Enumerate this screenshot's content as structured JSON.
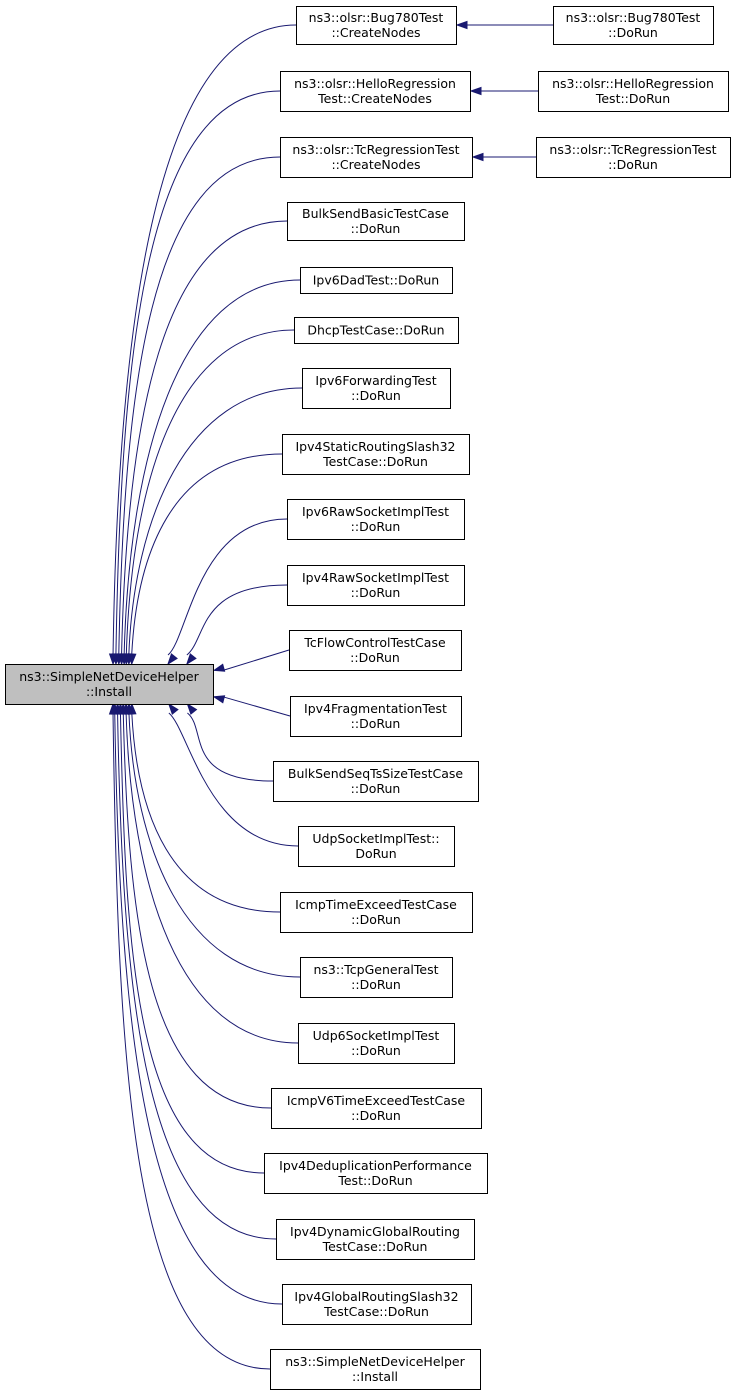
{
  "focus_node": {
    "id": "simple_install",
    "lines": [
      "ns3::SimpleNetDeviceHelper",
      "::Install"
    ]
  },
  "caller_nodes": [
    {
      "id": "bug780_create",
      "lines": [
        "ns3::olsr::Bug780Test",
        "::CreateNodes"
      ]
    },
    {
      "id": "hello_create",
      "lines": [
        "ns3::olsr::HelloRegression",
        "Test::CreateNodes"
      ]
    },
    {
      "id": "tc_create",
      "lines": [
        "ns3::olsr::TcRegressionTest",
        "::CreateNodes"
      ]
    },
    {
      "id": "bulksend_basic",
      "lines": [
        "BulkSendBasicTestCase",
        "::DoRun"
      ]
    },
    {
      "id": "ipv6dad",
      "lines": [
        "Ipv6DadTest::DoRun"
      ]
    },
    {
      "id": "dhcp",
      "lines": [
        "DhcpTestCase::DoRun"
      ]
    },
    {
      "id": "ipv6fwd",
      "lines": [
        "Ipv6ForwardingTest",
        "::DoRun"
      ]
    },
    {
      "id": "ipv4static",
      "lines": [
        "Ipv4StaticRoutingSlash32",
        "TestCase::DoRun"
      ]
    },
    {
      "id": "ipv6raw",
      "lines": [
        "Ipv6RawSocketImplTest",
        "::DoRun"
      ]
    },
    {
      "id": "ipv4raw",
      "lines": [
        "Ipv4RawSocketImplTest",
        "::DoRun"
      ]
    },
    {
      "id": "tcflow",
      "lines": [
        "TcFlowControlTestCase",
        "::DoRun"
      ]
    },
    {
      "id": "ipv4frag",
      "lines": [
        "Ipv4FragmentationTest",
        "::DoRun"
      ]
    },
    {
      "id": "bulksend_seq",
      "lines": [
        "BulkSendSeqTsSizeTestCase",
        "::DoRun"
      ]
    },
    {
      "id": "udpsock",
      "lines": [
        "UdpSocketImplTest::",
        "DoRun"
      ]
    },
    {
      "id": "icmptime",
      "lines": [
        "IcmpTimeExceedTestCase",
        "::DoRun"
      ]
    },
    {
      "id": "tcpgeneral",
      "lines": [
        "ns3::TcpGeneralTest",
        "::DoRun"
      ]
    },
    {
      "id": "udp6sock",
      "lines": [
        "Udp6SocketImplTest",
        "::DoRun"
      ]
    },
    {
      "id": "icmpv6time",
      "lines": [
        "IcmpV6TimeExceedTestCase",
        "::DoRun"
      ]
    },
    {
      "id": "ipv4dedup",
      "lines": [
        "Ipv4DeduplicationPerformance",
        "Test::DoRun"
      ]
    },
    {
      "id": "ipv4dyn",
      "lines": [
        "Ipv4DynamicGlobalRouting",
        "TestCase::DoRun"
      ]
    },
    {
      "id": "ipv4glob",
      "lines": [
        "Ipv4GlobalRoutingSlash32",
        "TestCase::DoRun"
      ]
    },
    {
      "id": "simple_install2",
      "lines": [
        "ns3::SimpleNetDeviceHelper",
        "::Install"
      ]
    }
  ],
  "secondary_nodes": [
    {
      "id": "bug780_run",
      "lines": [
        "ns3::olsr::Bug780Test",
        "::DoRun"
      ]
    },
    {
      "id": "hello_run",
      "lines": [
        "ns3::olsr::HelloRegression",
        "Test::DoRun"
      ]
    },
    {
      "id": "tc_run",
      "lines": [
        "ns3::olsr::TcRegressionTest",
        "::DoRun"
      ]
    }
  ],
  "edges": [
    {
      "from": "bug780_run",
      "to": "bug780_create"
    },
    {
      "from": "hello_run",
      "to": "hello_create"
    },
    {
      "from": "tc_run",
      "to": "tc_create"
    },
    {
      "from": "bug780_create",
      "to": "simple_install"
    },
    {
      "from": "hello_create",
      "to": "simple_install"
    },
    {
      "from": "tc_create",
      "to": "simple_install"
    },
    {
      "from": "bulksend_basic",
      "to": "simple_install"
    },
    {
      "from": "ipv6dad",
      "to": "simple_install"
    },
    {
      "from": "dhcp",
      "to": "simple_install"
    },
    {
      "from": "ipv6fwd",
      "to": "simple_install"
    },
    {
      "from": "ipv4static",
      "to": "simple_install"
    },
    {
      "from": "ipv6raw",
      "to": "simple_install"
    },
    {
      "from": "ipv4raw",
      "to": "simple_install"
    },
    {
      "from": "tcflow",
      "to": "simple_install"
    },
    {
      "from": "ipv4frag",
      "to": "simple_install"
    },
    {
      "from": "bulksend_seq",
      "to": "simple_install"
    },
    {
      "from": "udpsock",
      "to": "simple_install"
    },
    {
      "from": "icmptime",
      "to": "simple_install"
    },
    {
      "from": "tcpgeneral",
      "to": "simple_install"
    },
    {
      "from": "udp6sock",
      "to": "simple_install"
    },
    {
      "from": "icmpv6time",
      "to": "simple_install"
    },
    {
      "from": "ipv4dedup",
      "to": "simple_install"
    },
    {
      "from": "ipv4dyn",
      "to": "simple_install"
    },
    {
      "from": "ipv4glob",
      "to": "simple_install"
    },
    {
      "from": "simple_install2",
      "to": "simple_install"
    }
  ],
  "colors": {
    "edge": "#191970",
    "focus_fill": "#bfbfbf",
    "node_border": "#000000"
  }
}
